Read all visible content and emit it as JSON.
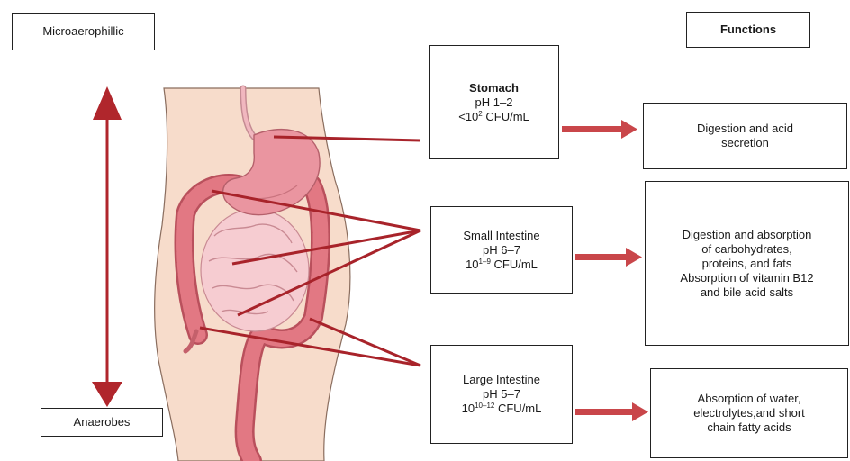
{
  "oxygen": {
    "top_label": "Microaerophillic",
    "bottom_label": "Anaerobes"
  },
  "functions_header": "Functions",
  "organs": [
    {
      "name": "Stomach",
      "ph": "pH 1–2",
      "cfu_base": "<10",
      "cfu_exp": "2",
      "cfu_unit": " CFU/mL",
      "function_lines": [
        "Digestion and acid",
        "secretion"
      ]
    },
    {
      "name": "Small Intestine",
      "ph": "pH 6–7",
      "cfu_base": "10",
      "cfu_exp": "1–9",
      "cfu_unit": " CFU/mL",
      "function_lines": [
        "Digestion and absorption",
        "of carbohydrates,",
        "proteins, and fats",
        "Absorption of vitamin B12",
        "and bile acid salts"
      ]
    },
    {
      "name": "Large Intestine",
      "ph": "pH 5–7",
      "cfu_base": "10",
      "cfu_exp": "10–12",
      "cfu_unit": " CFU/mL",
      "function_lines": [
        "Absorption of water,",
        "electrolytes,and short",
        "chain fatty acids"
      ]
    }
  ],
  "colors": {
    "arrow_red": "#b0262c",
    "flow_arrow": "#c9464a",
    "pointer_line": "#a8232a",
    "skin": "#f5d9c4",
    "stomach": "#e88f9a",
    "colon": "#e0707a",
    "small_intestine": "#f3c2c8"
  }
}
